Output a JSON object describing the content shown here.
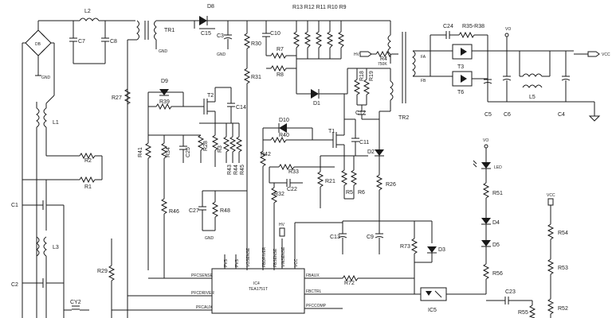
{
  "ic": {
    "ref": "IC4",
    "part": "TEA1751T"
  },
  "ic_pins_left": [
    "PFCSENSE",
    "PFCDRIVER",
    "PFCAUX"
  ],
  "ic_pins_right": [
    "FBAUX",
    "FBCTRL",
    "PFCCOMP"
  ],
  "ic_pins_top": [
    "PVS",
    "PVS",
    "VOSENSE",
    "FBDRIVER",
    "FBSENSE",
    "VINSENSE",
    "VCC"
  ],
  "labels": {
    "l2": "L2",
    "d8": "D8",
    "tr1": "TR1",
    "tr2": "TR2",
    "r13_r9": "R13 R12 R11 R10  R9",
    "db": "DB",
    "gnd1": "GND",
    "gnd2": "GND",
    "gnd3": "GND",
    "gnd4": "GND",
    "c7": "C7",
    "c8": "C8",
    "c15": "C15",
    "c3": "C3",
    "c10": "C10",
    "r30": "R30",
    "r31": "R31",
    "r7": "R7",
    "r8": "R8",
    "r27": "R27",
    "d9": "D9",
    "r39": "R39",
    "t2": "T2",
    "c14": "C14",
    "l1": "L1",
    "r2": "R2",
    "r1": "R1",
    "c1": "C1",
    "l3": "L3",
    "c2": "C2",
    "cy2": "CY2",
    "r41": "R41",
    "r34": "R34",
    "c25": "C25",
    "r28": "R28",
    "r3": "R3",
    "r43": "R43",
    "r44": "R44",
    "r45": "R45",
    "d10": "D10",
    "r40": "R40",
    "t1": "T1",
    "c11": "C11",
    "r42": "R42",
    "r33": "R33",
    "c22": "C22",
    "r32": "R32",
    "r21": "R21",
    "r5": "R5",
    "r6": "R6",
    "r46": "R46",
    "c27": "C27",
    "r48": "R48",
    "r29": "R29",
    "hv": "HV",
    "r4": "R4",
    "r4v": "750K",
    "d1": "D1",
    "r18": "R18",
    "r19": "R19",
    "c12": "C12",
    "fa": "FA",
    "fb": "FB",
    "c24": "C24",
    "r35": "R35-R38",
    "t3": "T3",
    "t6": "T6",
    "vo": "VO",
    "vo2": "VO",
    "vcc": "VCC",
    "vcc2": "VCC",
    "c5": "C5",
    "c6": "C6",
    "l5": "L5",
    "c4": "C4",
    "d2": "D2",
    "r26": "R26",
    "c13": "C13",
    "c9": "C9",
    "r73": "R73",
    "d3": "D3",
    "r72": "R72",
    "led": "LED",
    "r51": "R51",
    "d4": "D4",
    "d5": "D5",
    "r56": "R56",
    "c23": "C23",
    "ic5": "IC5",
    "r55": "R55",
    "r54": "R54",
    "r53": "R53",
    "r52": "R52"
  }
}
